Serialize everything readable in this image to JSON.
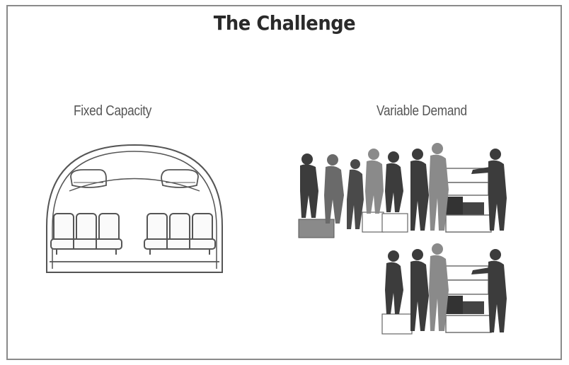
{
  "title": "The Challenge",
  "left_panel": {
    "label": "Fixed Capacity"
  },
  "right_panel": {
    "label": "Variable Demand"
  }
}
